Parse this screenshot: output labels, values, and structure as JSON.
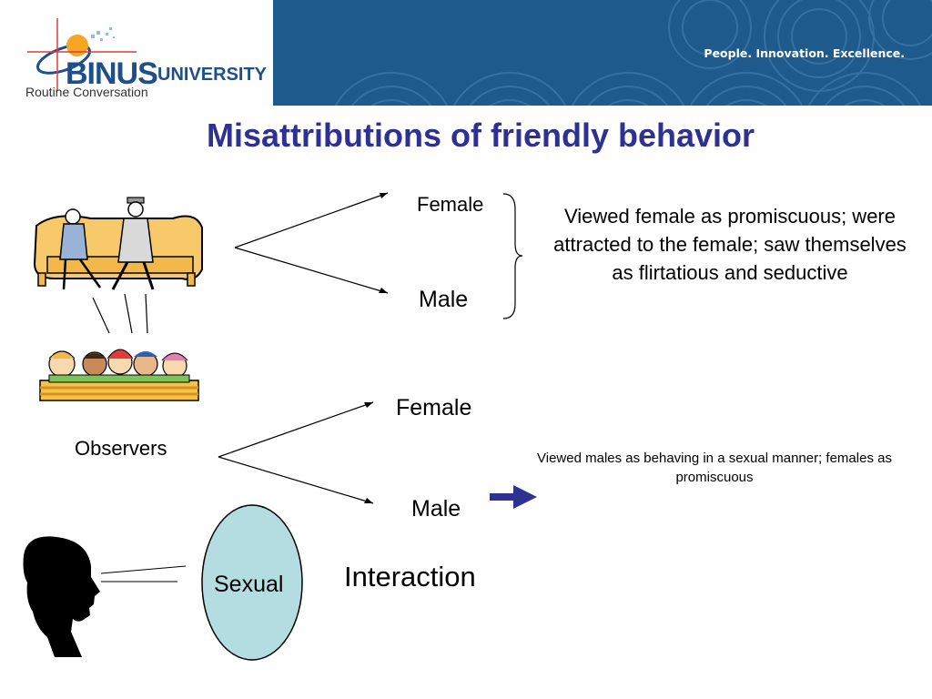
{
  "header": {
    "logo_brand": "BINUS",
    "logo_suffix": "UNIVERSITY",
    "tagline": "People. Innovation. Excellence.",
    "course": "Routine Conversation",
    "colors": {
      "band": "#1e5a8c",
      "brand": "#1e4f8a",
      "accent": "#f5a623"
    }
  },
  "slide": {
    "title": "Misattributions of friendly behavior",
    "title_color": "#2e3192",
    "top_branch": {
      "female": "Female",
      "male": "Male",
      "description": "Viewed female as promiscuous; were attracted to the female; saw themselves as flirtatious and seductive"
    },
    "observers_label": "Observers",
    "bottom_branch": {
      "female": "Female",
      "male": "Male",
      "description": "Viewed males as behaving in a sexual manner; females as promiscuous"
    },
    "sexual_label": "Sexual",
    "interaction_label": "Interaction",
    "ellipse_color": "#b3dde0",
    "arrow_color": "#2e3192",
    "icons": [
      "couple-on-sofa-clipart",
      "observers-group-clipart",
      "head-silhouette-icon",
      "right-arrow-icon"
    ]
  }
}
